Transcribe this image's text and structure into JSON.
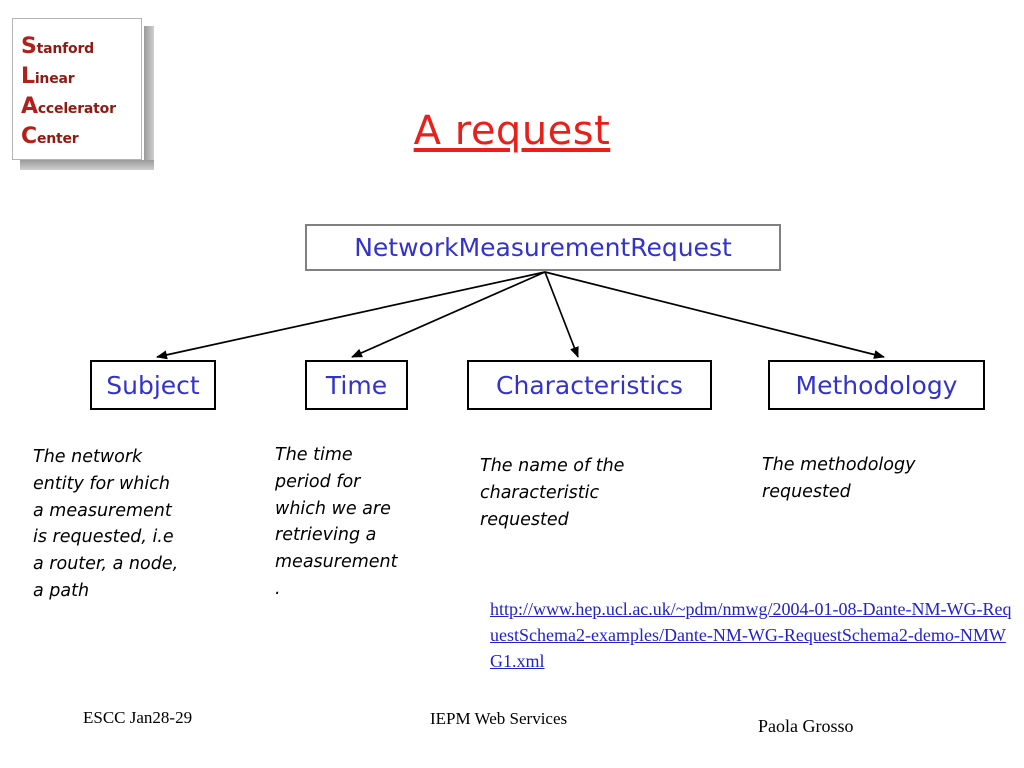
{
  "slide": {
    "title": "A request"
  },
  "logo": {
    "name": "slac-logo",
    "lines": [
      {
        "initial": "S",
        "rest": "tanford"
      },
      {
        "initial": "L",
        "rest": "inear"
      },
      {
        "initial": "A",
        "rest": "ccelerator"
      },
      {
        "initial": "C",
        "rest": "enter"
      }
    ]
  },
  "diagram": {
    "root": {
      "label": "NetworkMeasurementRequest"
    },
    "children": [
      {
        "label": "Subject",
        "description": "The network\nentity for which\na measurement\nis requested, i.e\na router, a node,\na path"
      },
      {
        "label": "Time",
        "description": "The time\nperiod for\nwhich we are\nretrieving a\nmeasurement\n."
      },
      {
        "label": "Characteristics",
        "description": "The name of the\ncharacteristic\nrequested"
      },
      {
        "label": "Methodology",
        "description": "The methodology\nrequested"
      }
    ]
  },
  "link": {
    "url": "http://www.hep.ucl.ac.uk/~pdm/nmwg/2004-01-08-Dante-NM-WG-RequestSchema2-examples/Dante-NM-WG-RequestSchema2-demo-NMWG1.xml"
  },
  "footer": {
    "left": "ESCC Jan28-29",
    "center": "IEPM Web Services",
    "right": "Paola Grosso"
  },
  "colors": {
    "title_red": "#e8201a",
    "node_blue": "#3333cc",
    "link_blue": "#2222cc",
    "logo_red": "#b3201a",
    "root_border_gray": "#808080"
  }
}
